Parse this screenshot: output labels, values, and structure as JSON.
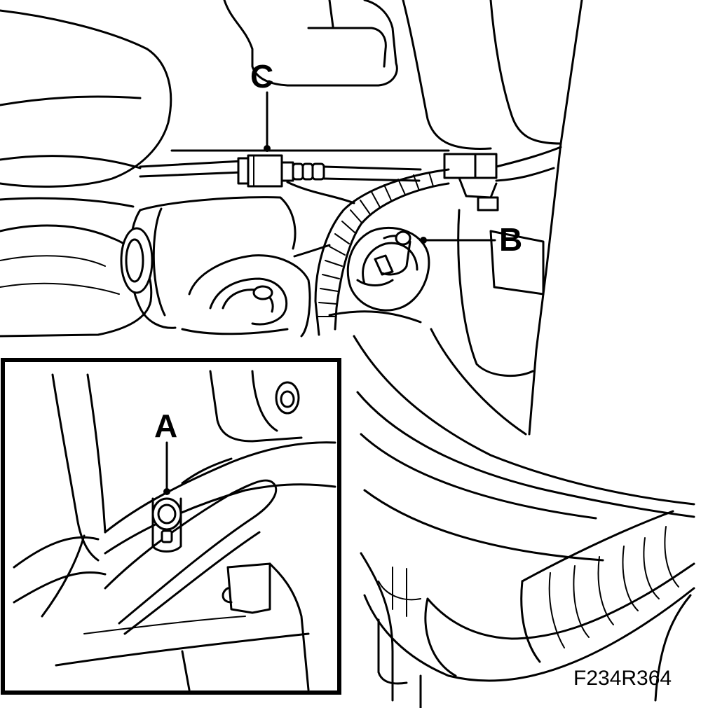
{
  "callouts": {
    "a": "A",
    "b": "B",
    "c": "C"
  },
  "figure_code": "F234R364"
}
